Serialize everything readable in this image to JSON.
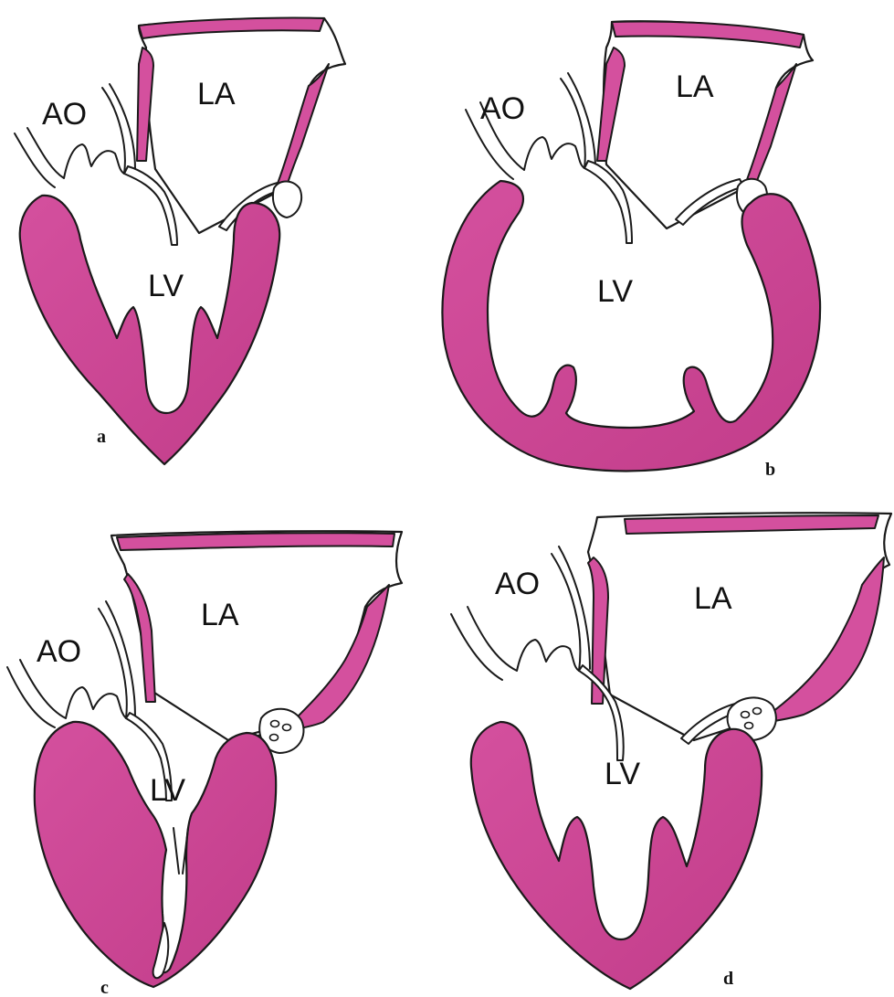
{
  "colors": {
    "myocardium": "#d4509e",
    "myocardium_dark": "#c23d8a",
    "outline": "#1a1a1a",
    "background": "#ffffff"
  },
  "panels": [
    {
      "label": "a",
      "chambers": {
        "ao": "AO",
        "la": "LA",
        "lv": "LV"
      }
    },
    {
      "label": "b",
      "chambers": {
        "ao": "AO",
        "la": "LA",
        "lv": "LV"
      }
    },
    {
      "label": "c",
      "chambers": {
        "ao": "AO",
        "la": "LA",
        "lv": "LV"
      }
    },
    {
      "label": "d",
      "chambers": {
        "ao": "AO",
        "la": "LA",
        "lv": "LV"
      }
    }
  ]
}
